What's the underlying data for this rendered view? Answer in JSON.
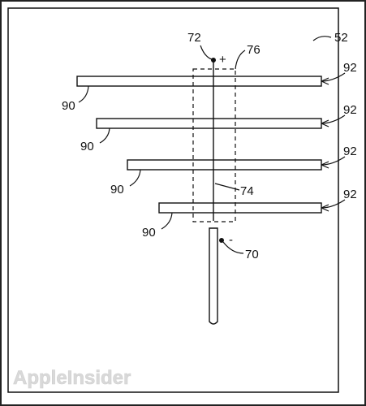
{
  "frame_label": "52",
  "feed_plus_label": "72",
  "box_label": "76",
  "plus_sign": "+",
  "feed_minus_label": "70",
  "minus_sign": "-",
  "trace_label": "74",
  "branches": [
    {
      "arm_label": "90",
      "port_label": "92"
    },
    {
      "arm_label": "90",
      "port_label": "92"
    },
    {
      "arm_label": "90",
      "port_label": "92"
    },
    {
      "arm_label": "90",
      "port_label": "92"
    }
  ],
  "watermark": "AppleInsider",
  "colors": {
    "line": "#111111",
    "watermark": "#d9d9d9"
  }
}
